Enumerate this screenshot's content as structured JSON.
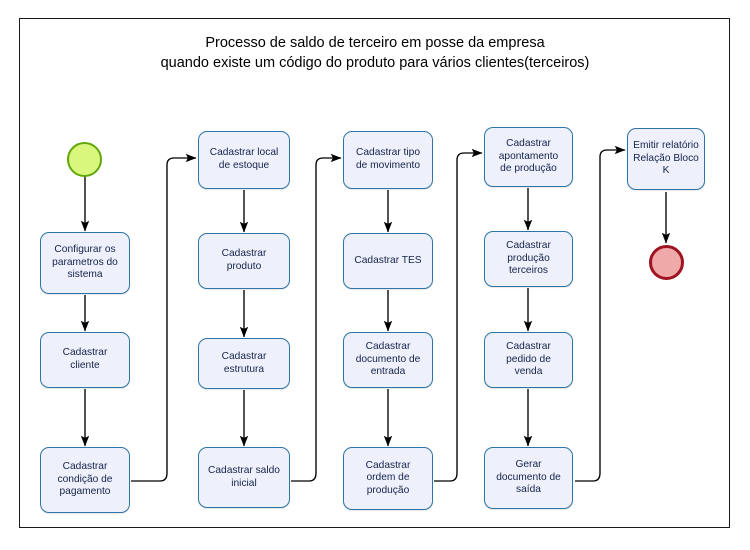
{
  "diagram": {
    "title": "Processo de saldo de terceiro em posse da empresa\nquando existe um código do produto para vários clientes(terceiros)",
    "colors": {
      "node_fill": "#eef1fc",
      "node_border": "#2e74a4",
      "node_text": "#16234a",
      "start_fill": "#d8f77c",
      "start_border": "#62a709",
      "end_fill": "#f0a9a9",
      "end_border": "#9e1421",
      "connector": "#000000",
      "frame_border": "#1a1a1a",
      "background": "#ffffff"
    },
    "terminators": {
      "start_label": "start-terminator",
      "end_label": "end-terminator"
    },
    "columns": [
      {
        "name": "column-1",
        "nodes": [
          {
            "id": "n1",
            "label": "Configurar os\nparametros do\nsistema"
          },
          {
            "id": "n2",
            "label": "Cadastrar\ncliente"
          },
          {
            "id": "n3",
            "label": "Cadastrar\ncondição de\npagamento"
          }
        ]
      },
      {
        "name": "column-2",
        "nodes": [
          {
            "id": "n4",
            "label": "Cadastrar local\nde estoque"
          },
          {
            "id": "n5",
            "label": "Cadastrar\nproduto"
          },
          {
            "id": "n6",
            "label": "Cadastrar\nestrutura"
          },
          {
            "id": "n7",
            "label": "Cadastrar saldo\ninicial"
          }
        ]
      },
      {
        "name": "column-3",
        "nodes": [
          {
            "id": "n8",
            "label": "Cadastrar tipo\nde movimento"
          },
          {
            "id": "n9",
            "label": "Cadastrar TES"
          },
          {
            "id": "n10",
            "label": "Cadastrar\ndocumento de\nentrada"
          },
          {
            "id": "n11",
            "label": "Cadastrar\nordem de\nprodução"
          }
        ]
      },
      {
        "name": "column-4",
        "nodes": [
          {
            "id": "n12",
            "label": "Cadastrar\napontamento\nde produção"
          },
          {
            "id": "n13",
            "label": "Cadastrar\nprodução\nterceiros"
          },
          {
            "id": "n14",
            "label": "Cadastrar\npedido de\nvenda"
          },
          {
            "id": "n15",
            "label": "Gerar\ndocumento de\nsaída"
          }
        ]
      },
      {
        "name": "column-5",
        "nodes": [
          {
            "id": "n16",
            "label": "Emitir relatório\nRelação Bloco\nK"
          }
        ]
      }
    ]
  }
}
